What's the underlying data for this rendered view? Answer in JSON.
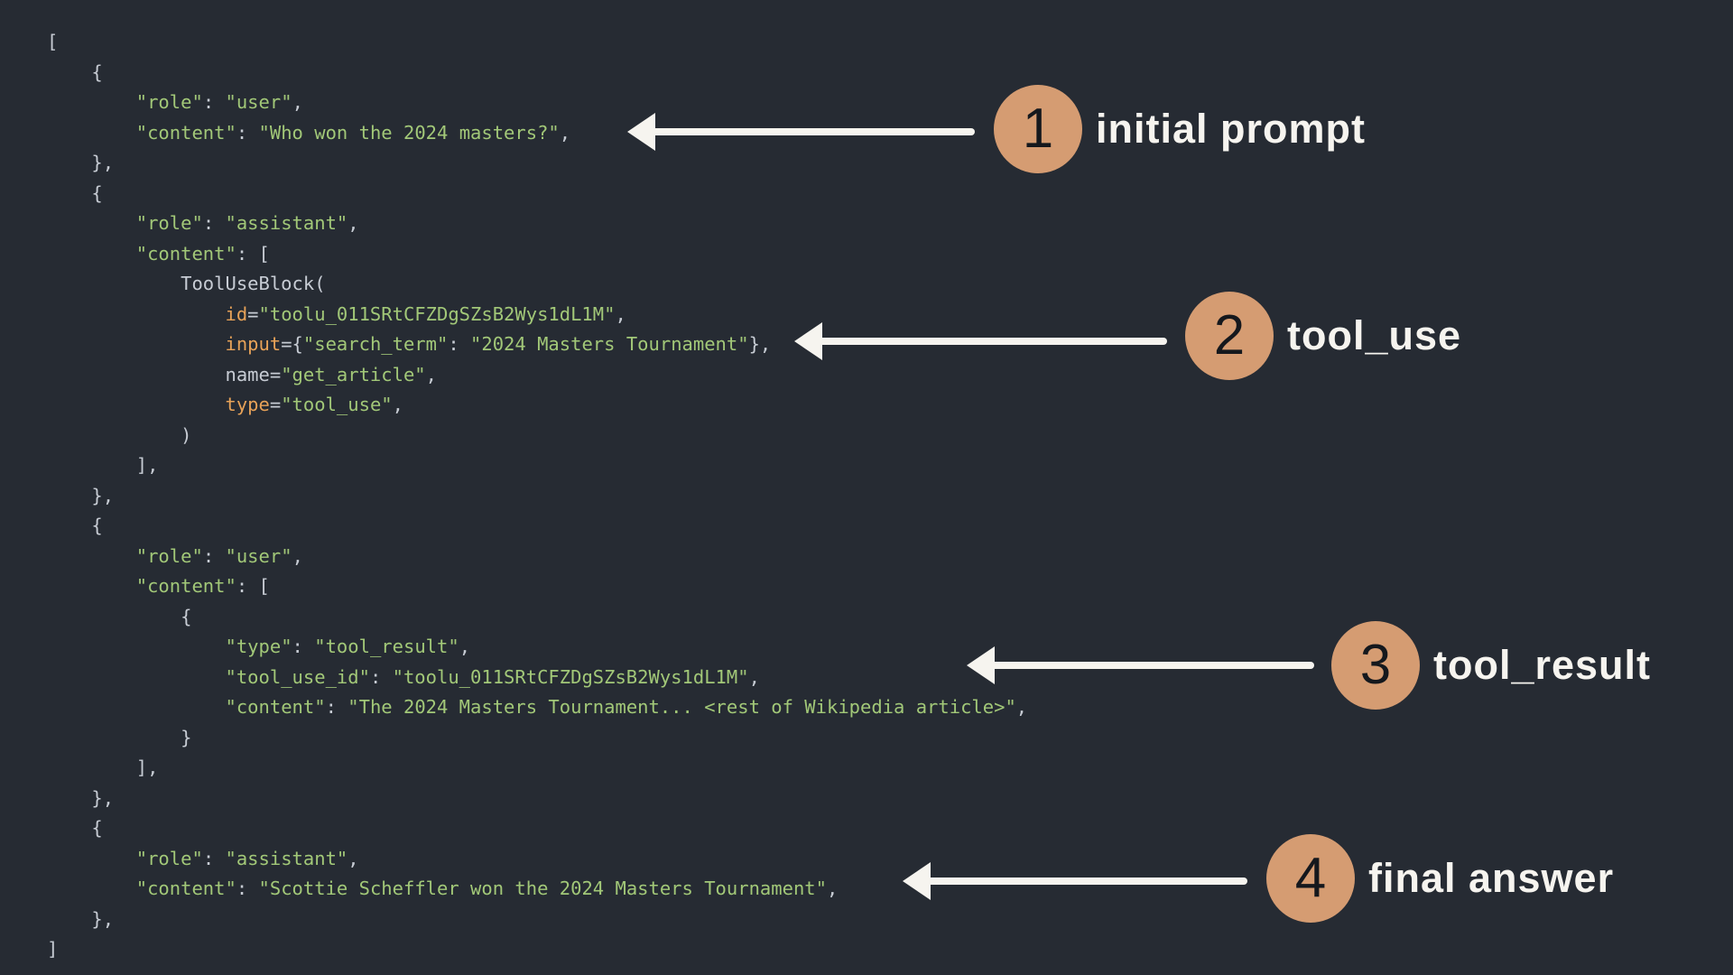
{
  "colors": {
    "background": "#262b33",
    "code_plain": "#c7ccd4",
    "code_string": "#a2c878",
    "code_builtin": "#e7a258",
    "circle_fill": "#d59c72",
    "circle_number": "#15181d",
    "annotation_label": "#f6f4ef",
    "arrow": "#f6f4ef"
  },
  "code": {
    "language": "python",
    "lines": [
      [
        [
          "p",
          "["
        ]
      ],
      [
        [
          "p",
          "    {"
        ]
      ],
      [
        [
          "p",
          "        "
        ],
        [
          "s",
          "\"role\""
        ],
        [
          "p",
          ": "
        ],
        [
          "s",
          "\"user\""
        ],
        [
          "p",
          ","
        ]
      ],
      [
        [
          "p",
          "        "
        ],
        [
          "s",
          "\"content\""
        ],
        [
          "p",
          ": "
        ],
        [
          "s",
          "\"Who won the 2024 masters?\""
        ],
        [
          "p",
          ","
        ]
      ],
      [
        [
          "p",
          "    },"
        ]
      ],
      [
        [
          "p",
          "    {"
        ]
      ],
      [
        [
          "p",
          "        "
        ],
        [
          "s",
          "\"role\""
        ],
        [
          "p",
          ": "
        ],
        [
          "s",
          "\"assistant\""
        ],
        [
          "p",
          ","
        ]
      ],
      [
        [
          "p",
          "        "
        ],
        [
          "s",
          "\"content\""
        ],
        [
          "p",
          ": ["
        ]
      ],
      [
        [
          "p",
          "            ToolUseBlock("
        ]
      ],
      [
        [
          "p",
          "                "
        ],
        [
          "b",
          "id"
        ],
        [
          "p",
          "="
        ],
        [
          "s",
          "\"toolu_011SRtCFZDgSZsB2Wys1dL1M\""
        ],
        [
          "p",
          ","
        ]
      ],
      [
        [
          "p",
          "                "
        ],
        [
          "b",
          "input"
        ],
        [
          "p",
          "={"
        ],
        [
          "s",
          "\"search_term\""
        ],
        [
          "p",
          ": "
        ],
        [
          "s",
          "\"2024 Masters Tournament\""
        ],
        [
          "p",
          "},"
        ]
      ],
      [
        [
          "p",
          "                name="
        ],
        [
          "s",
          "\"get_article\""
        ],
        [
          "p",
          ","
        ]
      ],
      [
        [
          "p",
          "                "
        ],
        [
          "b",
          "type"
        ],
        [
          "p",
          "="
        ],
        [
          "s",
          "\"tool_use\""
        ],
        [
          "p",
          ","
        ]
      ],
      [
        [
          "p",
          "            )"
        ]
      ],
      [
        [
          "p",
          "        ],"
        ]
      ],
      [
        [
          "p",
          "    },"
        ]
      ],
      [
        [
          "p",
          "    {"
        ]
      ],
      [
        [
          "p",
          "        "
        ],
        [
          "s",
          "\"role\""
        ],
        [
          "p",
          ": "
        ],
        [
          "s",
          "\"user\""
        ],
        [
          "p",
          ","
        ]
      ],
      [
        [
          "p",
          "        "
        ],
        [
          "s",
          "\"content\""
        ],
        [
          "p",
          ": ["
        ]
      ],
      [
        [
          "p",
          "            {"
        ]
      ],
      [
        [
          "p",
          "                "
        ],
        [
          "s",
          "\"type\""
        ],
        [
          "p",
          ": "
        ],
        [
          "s",
          "\"tool_result\""
        ],
        [
          "p",
          ","
        ]
      ],
      [
        [
          "p",
          "                "
        ],
        [
          "s",
          "\"tool_use_id\""
        ],
        [
          "p",
          ": "
        ],
        [
          "s",
          "\"toolu_011SRtCFZDgSZsB2Wys1dL1M\""
        ],
        [
          "p",
          ","
        ]
      ],
      [
        [
          "p",
          "                "
        ],
        [
          "s",
          "\"content\""
        ],
        [
          "p",
          ": "
        ],
        [
          "s",
          "\"The 2024 Masters Tournament... <rest of Wikipedia article>\""
        ],
        [
          "p",
          ","
        ]
      ],
      [
        [
          "p",
          "            }"
        ]
      ],
      [
        [
          "p",
          "        ],"
        ]
      ],
      [
        [
          "p",
          "    },"
        ]
      ],
      [
        [
          "p",
          "    {"
        ]
      ],
      [
        [
          "p",
          "        "
        ],
        [
          "s",
          "\"role\""
        ],
        [
          "p",
          ": "
        ],
        [
          "s",
          "\"assistant\""
        ],
        [
          "p",
          ","
        ]
      ],
      [
        [
          "p",
          "        "
        ],
        [
          "s",
          "\"content\""
        ],
        [
          "p",
          ": "
        ],
        [
          "s",
          "\"Scottie Scheffler won the 2024 Masters Tournament\""
        ],
        [
          "p",
          ","
        ]
      ],
      [
        [
          "p",
          "    },"
        ]
      ],
      [
        [
          "p",
          "]"
        ]
      ]
    ]
  },
  "annotations": [
    {
      "number": "1",
      "label": "initial prompt"
    },
    {
      "number": "2",
      "label": "tool_use"
    },
    {
      "number": "3",
      "label": "tool_result"
    },
    {
      "number": "4",
      "label": "final answer"
    }
  ]
}
